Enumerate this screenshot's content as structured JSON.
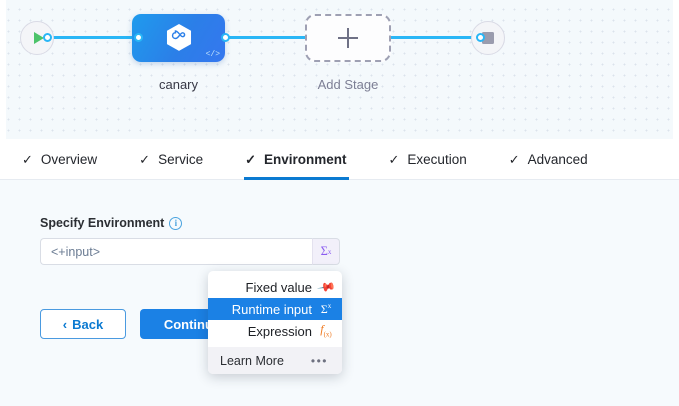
{
  "canvas": {
    "start_node": {
      "icon": "play-icon",
      "name": "pipeline-start"
    },
    "end_node": {
      "icon": "stop-icon",
      "name": "pipeline-end"
    },
    "stage": {
      "label": "canary",
      "icon": "harness-hexagon-icon",
      "code_icon": "</>"
    },
    "add_stage": {
      "label": "Add Stage",
      "icon": "plus-icon"
    }
  },
  "tabs": [
    {
      "label": "Overview",
      "check": "✓",
      "active": false
    },
    {
      "label": "Service",
      "check": "✓",
      "active": false
    },
    {
      "label": "Environment",
      "check": "✓",
      "active": true
    },
    {
      "label": "Execution",
      "check": "✓",
      "active": false
    },
    {
      "label": "Advanced",
      "check": "✓",
      "active": false
    }
  ],
  "form": {
    "label": "Specify Environment",
    "info_icon": "i",
    "input_value": "<+input>",
    "input_placeholder": "<+input>",
    "sigma_button": "Σ",
    "sigma_button_sup": "x"
  },
  "buttons": {
    "back": "Back",
    "back_chevron": "‹",
    "continue": "Continue"
  },
  "dropdown": {
    "items": [
      {
        "label": "Fixed value",
        "icon": "pin-icon",
        "selected": false
      },
      {
        "label": "Runtime input",
        "icon": "sigma-x-icon",
        "selected": true
      },
      {
        "label": "Expression",
        "icon": "fx-icon",
        "selected": false
      }
    ],
    "footer": {
      "label": "Learn More",
      "icon": "ellipsis-icon",
      "dots": "•••"
    }
  },
  "colors": {
    "accent_blue": "#1b81e5",
    "link_blue": "#29b6f6",
    "purple": "#8b5cf0",
    "orange": "#ef7a22",
    "green": "#4dc36a",
    "canvas_bg": "#f4f9fc",
    "content_bg": "#f6fafd"
  }
}
